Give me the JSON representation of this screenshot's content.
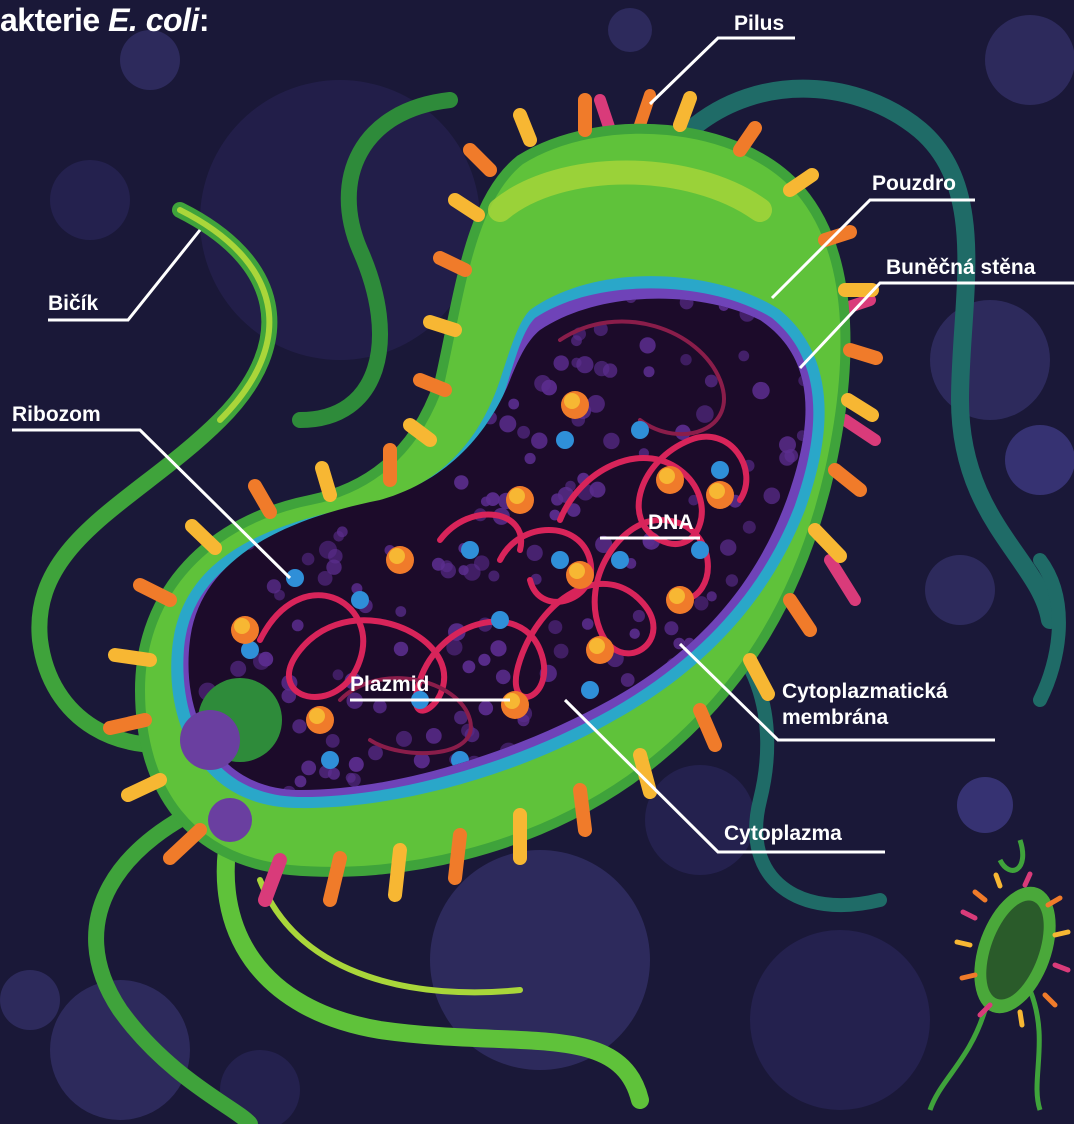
{
  "title": {
    "prefix": "akterie ",
    "species": "E. coli",
    "suffix": ":"
  },
  "labels": {
    "pilus": "Pilus",
    "pouzdro": "Pouzdro",
    "bunecna_stena": "Buněčná stěna",
    "bicik": "Bičík",
    "ribozom": "Ribozom",
    "dna": "DNA",
    "plazmid": "Plazmid",
    "cytoplazmaticka_line1": "Cytoplazmatická",
    "cytoplazmaticka_line2": "membrána",
    "cytoplazma": "Cytoplazma"
  },
  "colors": {
    "background": "#1a1838",
    "bubble": "#2d2a5c",
    "capsule": "#5fc23a",
    "wall": "#2aa7c9",
    "cytoplasm": "#1c0b2a",
    "dna": "#d8245a",
    "ribosome": "#2f8fd8",
    "granule": "#f5a623",
    "pili_orange": "#f07b2a",
    "pili_yellow": "#f7b733",
    "pili_pink": "#d93b7a",
    "flagellum_green": "#3fa33b",
    "flagellum_teal": "#1f6b67",
    "label_text": "#ffffff"
  }
}
